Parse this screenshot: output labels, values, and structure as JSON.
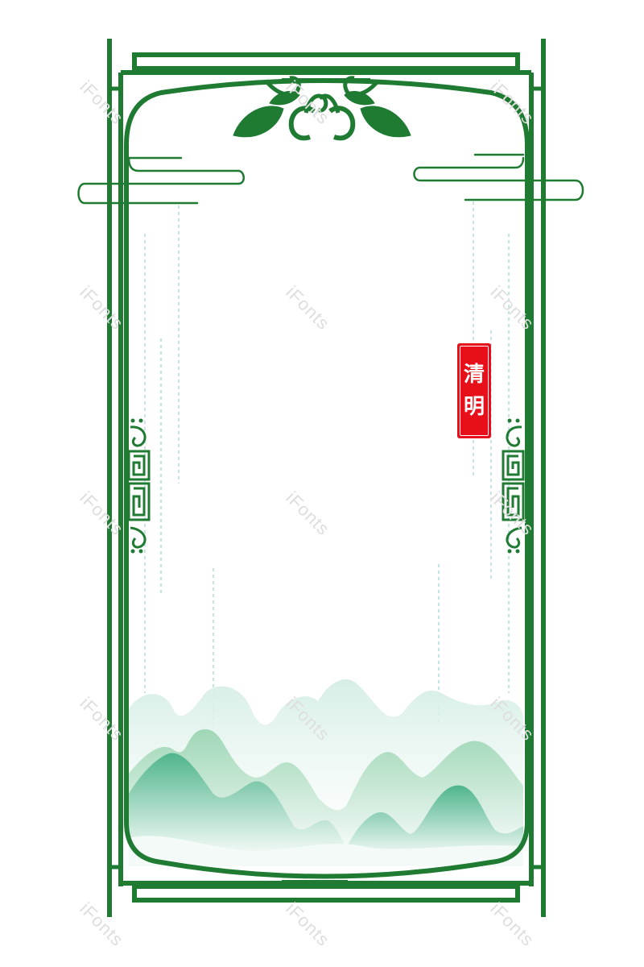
{
  "watermark": {
    "text": "iFonts"
  },
  "seal": {
    "char_1": "清",
    "char_2": "明"
  },
  "colors": {
    "frame_green": "#1f7a32",
    "seal_red": "#e60f1a",
    "mountain_dark": "#4fb58c",
    "mountain_light": "#dff1ea",
    "rain": "#9fd2d6"
  }
}
